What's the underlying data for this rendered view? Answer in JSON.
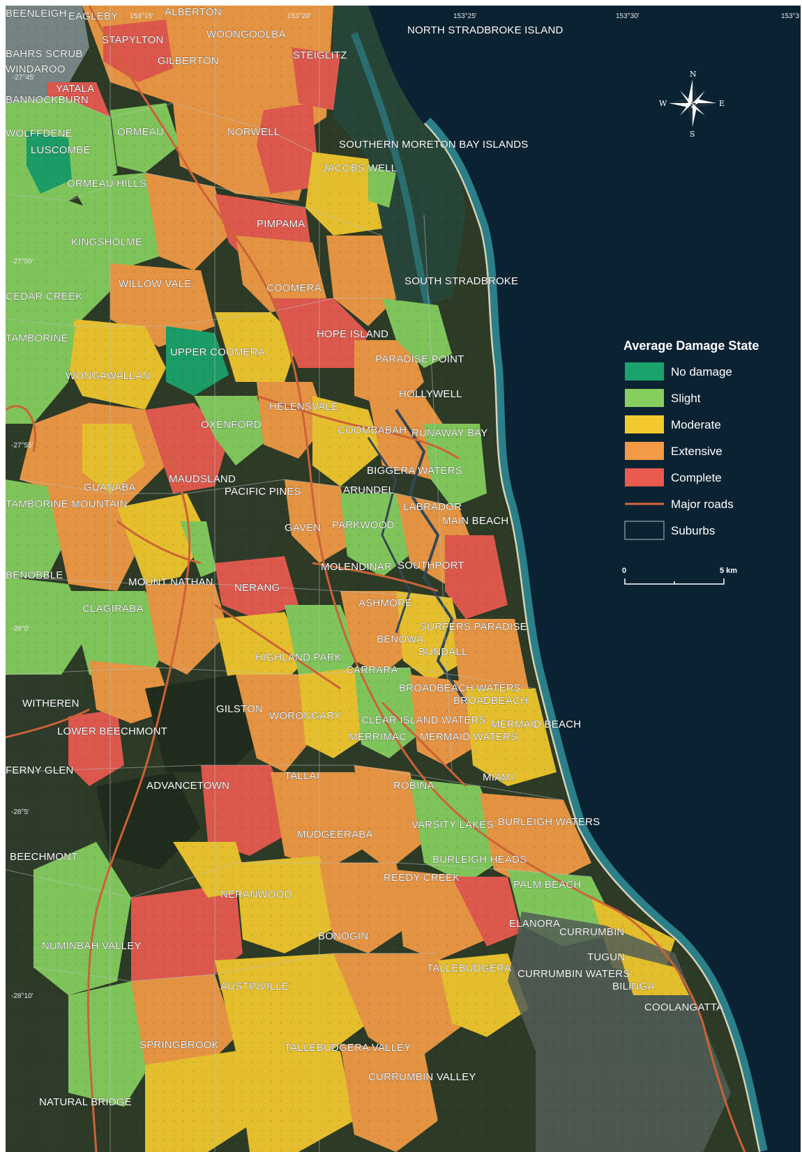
{
  "coordinates": {
    "top": [
      "153°15'",
      "153°20'",
      "153°25'",
      "153°30'",
      "153°3"
    ],
    "left": [
      "-27°45'",
      "-27°50'",
      "-27°55'",
      "-28°0'",
      "-28°5'",
      "-28°10'"
    ]
  },
  "compass": {
    "n": "N",
    "s": "S",
    "e": "E",
    "w": "W"
  },
  "legend": {
    "title": "Average Damage State",
    "items": [
      {
        "label": "No damage",
        "color": "#1aa36b"
      },
      {
        "label": "Slight",
        "color": "#86cf5e"
      },
      {
        "label": "Moderate",
        "color": "#f2c92e"
      },
      {
        "label": "Extensive",
        "color": "#f29a45"
      },
      {
        "label": "Complete",
        "color": "#ea5a4f"
      },
      {
        "label": "Major roads",
        "color": "#d9663a"
      },
      {
        "label": "Suburbs",
        "color": "#9aa3a7"
      }
    ]
  },
  "scale": {
    "zero": "0",
    "max": "5 km"
  },
  "suburbs": [
    "BEENLEIGH",
    "EAGLEBY",
    "ALBERTON",
    "STAPYLTON",
    "WOONGOOLBA",
    "NORTH STRADBROKE ISLAND",
    "BAHRS SCRUB",
    "GILBERTON",
    "STEIGLITZ",
    "WINDAROO",
    "YATALA",
    "BANNOCKBURN",
    "ORMEAU",
    "NORWELL",
    "WOLFFDENE",
    "LUSCOMBE",
    "SOUTHERN MORETON BAY ISLANDS",
    "JACOBS WELL",
    "ORMEAU HILLS",
    "PIMPAMA",
    "KINGSHOLME",
    "SOUTH STRADBROKE",
    "WILLOW VALE",
    "COOMERA",
    "CEDAR CREEK",
    "HOPE ISLAND",
    "TAMBORINE",
    "UPPER COOMERA",
    "PARADISE POINT",
    "WONGAWALLAN",
    "HOLLYWELL",
    "HELENSVALE",
    "OXENFORD",
    "COOMBABAH",
    "RUNAWAY BAY",
    "BIGGERA WATERS",
    "GUANABA",
    "MAUDSLAND",
    "ARUNDEL",
    "PACIFIC PINES",
    "LABRADOR",
    "TAMBORINE MOUNTAIN",
    "GAVEN",
    "PARKWOOD",
    "MAIN BEACH",
    "MOLENDINAR",
    "SOUTHPORT",
    "BENOBBLE",
    "MOUNT NATHAN",
    "NERANG",
    "ASHMORE",
    "CLAGIRABA",
    "SURFERS PARADISE",
    "BENOWA",
    "BUNDALL",
    "HIGHLAND PARK",
    "CARRARA",
    "BROADBEACH WATERS",
    "BROADBEACH",
    "WITHEREN",
    "GILSTON",
    "WORONGARY",
    "CLEAR ISLAND WATERS",
    "MERMAID BEACH",
    "LOWER BEECHMONT",
    "MERRIMAC",
    "MERMAID WATERS",
    "FERNY GLEN",
    "TALLAI",
    "MIAMI",
    "ADVANCETOWN",
    "ROBINA",
    "VARSITY LAKES",
    "BURLEIGH WATERS",
    "MUDGEERABA",
    "BEECHMONT",
    "BURLEIGH HEADS",
    "REEDY CREEK",
    "PALM BEACH",
    "NERANWOOD",
    "ELANORA",
    "CURRUMBIN",
    "BONOGIN",
    "NUMINBAH VALLEY",
    "TUGUN",
    "TALLEBUDGERA",
    "CURRUMBIN WATERS",
    "AUSTINVILLE",
    "BILINGA",
    "COOLANGATTA",
    "SPRINGBROOK",
    "TALLEBUDGERA VALLEY",
    "CURRUMBIN VALLEY",
    "NATURAL BRIDGE"
  ]
}
